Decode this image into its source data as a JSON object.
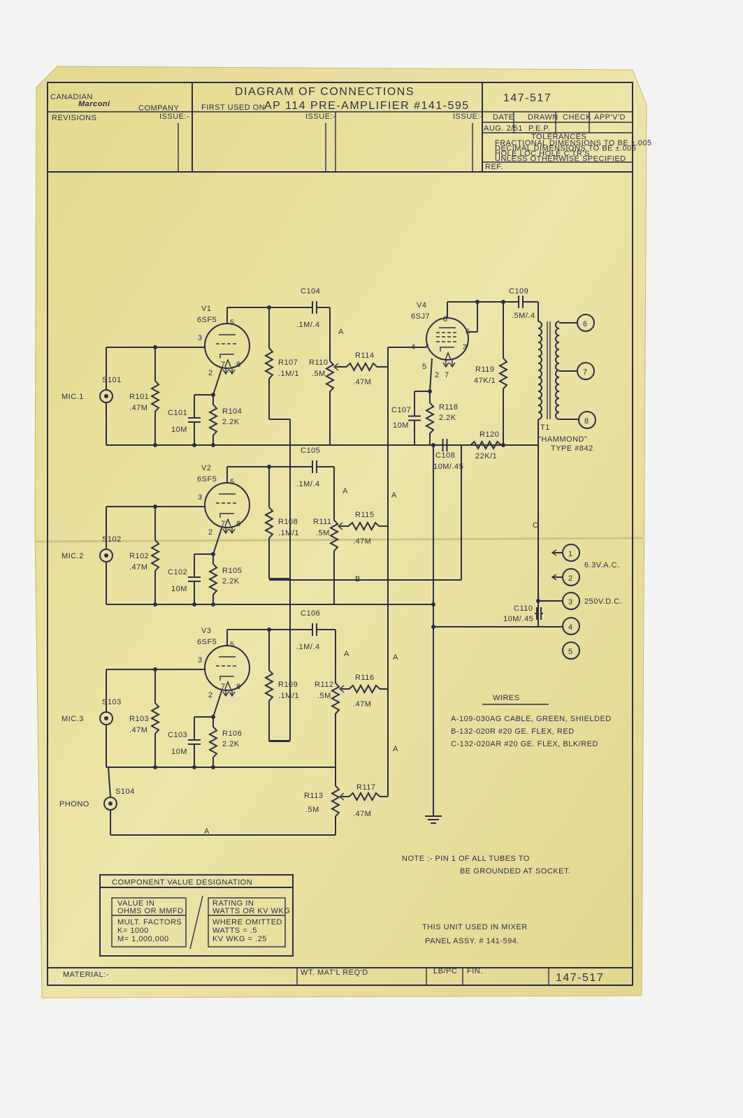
{
  "title_block": {
    "company_prefix": "CANADIAN",
    "company": "Marconi",
    "company_suffix": "COMPANY",
    "title": "DIAGRAM OF CONNECTIONS",
    "first_used_on": "FIRST USED ON",
    "subtitle": "AP 114 PRE-AMPLIFIER #141-595",
    "drawing_number": "147-517",
    "revisions": "REVISIONS",
    "issue": "ISSUE:-",
    "date_label": "DATE",
    "drawn_label": "DRAWN",
    "check_label": "CHECK",
    "appvd_label": "APP'V'D",
    "date": "AUG. 2/51",
    "drawn": "P.E.P.",
    "tolerances": "TOLERANCES",
    "tol_lines": [
      "FRACTIONAL DIMENSIONS TO BE ±.005",
      "DECIMAL DIMENSIONS TO BE ±.005",
      "HOLE LOC      HOLE C'TR'S",
      "UNLESS OTHERWISE SPECIFIED"
    ],
    "ref": "REF."
  },
  "components": {
    "V1": {
      "ref": "V1",
      "value": "6SF5"
    },
    "V2": {
      "ref": "V2",
      "value": "6SF5"
    },
    "V3": {
      "ref": "V3",
      "value": "6SF5"
    },
    "V4": {
      "ref": "V4",
      "value": "6SJ7"
    },
    "C101": {
      "ref": "C101",
      "value": "10M"
    },
    "C102": {
      "ref": "C102",
      "value": "10M"
    },
    "C103": {
      "ref": "C103",
      "value": "10M"
    },
    "C104": {
      "ref": "C104",
      "value": ".1M/.4"
    },
    "C105": {
      "ref": "C105",
      "value": ".1M/.4"
    },
    "C106": {
      "ref": "C106",
      "value": ".1M/.4"
    },
    "C107": {
      "ref": "C107",
      "value": "10M"
    },
    "C108": {
      "ref": "C108",
      "value": "10M/.45"
    },
    "C109": {
      "ref": "C109",
      "value": ".5M/.4"
    },
    "C110": {
      "ref": "C110",
      "value": "10M/.45"
    },
    "R101": {
      "ref": "R101",
      "value": ".47M"
    },
    "R102": {
      "ref": "R102",
      "value": ".47M"
    },
    "R103": {
      "ref": "R103",
      "value": ".47M"
    },
    "R104": {
      "ref": "R104",
      "value": "2.2K"
    },
    "R105": {
      "ref": "R105",
      "value": "2.2K"
    },
    "R106": {
      "ref": "R106",
      "value": "2.2K"
    },
    "R107": {
      "ref": "R107",
      "value": ".1M/1"
    },
    "R108": {
      "ref": "R108",
      "value": ".1M/1"
    },
    "R109": {
      "ref": "R109",
      "value": ".1M/1"
    },
    "R110": {
      "ref": "R110",
      "value": ".5M"
    },
    "R111": {
      "ref": "R111",
      "value": ".5M"
    },
    "R112": {
      "ref": "R112",
      "value": ".5M"
    },
    "R113": {
      "ref": "R113",
      "value": ".5M"
    },
    "R114": {
      "ref": "R114",
      "value": ".47M"
    },
    "R115": {
      "ref": "R115",
      "value": ".47M"
    },
    "R116": {
      "ref": "R116",
      "value": ".47M"
    },
    "R117": {
      "ref": "R117",
      "value": ".47M"
    },
    "R118": {
      "ref": "R118",
      "value": "2.2K"
    },
    "R119": {
      "ref": "R119",
      "value": "47K/1"
    },
    "R120": {
      "ref": "R120",
      "value": "22K/1"
    },
    "T1": {
      "ref": "T1",
      "value": "\"HAMMOND\"",
      "type": "TYPE #842"
    }
  },
  "triode_pins": [
    "3",
    "5",
    "2",
    "7",
    "8"
  ],
  "pentode_pins": [
    "8",
    "6",
    "4",
    "3",
    "5",
    "2",
    "7"
  ],
  "inputs": [
    {
      "label": "MIC.1",
      "socket": "S101"
    },
    {
      "label": "MIC.2",
      "socket": "S102"
    },
    {
      "label": "MIC.3",
      "socket": "S103"
    },
    {
      "label": "PHONO",
      "socket": "S104"
    }
  ],
  "terminals": [
    "1",
    "2",
    "3",
    "4",
    "5",
    "6",
    "7",
    "8"
  ],
  "supply": {
    "ac": "6.3V.A.C.",
    "dc": "250V.D.C."
  },
  "wire_marks": {
    "a": "A",
    "b": "B",
    "c": "C"
  },
  "wires": {
    "title": "WIRES",
    "items": [
      "A-109-030AG  CABLE, GREEN, SHIELDED",
      "B-132-020R  #20 GE. FLEX, RED",
      "C-132-020AR  #20 GE. FLEX, BLK/RED"
    ]
  },
  "notes": {
    "note1": "NOTE :- PIN 1 OF ALL TUBES TO",
    "note2": "BE GROUNDED AT SOCKET.",
    "usage1": "THIS UNIT USED IN MIXER",
    "usage2": "PANEL ASSY. # 141-594."
  },
  "value_box": {
    "title": "COMPONENT VALUE DESIGNATION",
    "left_head": [
      "VALUE IN",
      "OHMS OR MMFD"
    ],
    "left_body": [
      "MULT. FACTORS",
      "K= 1000",
      "M= 1,000,000"
    ],
    "right_head": [
      "RATING IN",
      "WATTS OR KV WKG"
    ],
    "right_body": [
      "WHERE OMITTED",
      "WATTS = .5",
      "KV WKG = .25"
    ]
  },
  "footer": {
    "material": "MATERIAL:-",
    "wt": "WT. MAT'L REQ'D",
    "lb": "LB/PC",
    "fin": "FIN.",
    "number": "147-517"
  }
}
